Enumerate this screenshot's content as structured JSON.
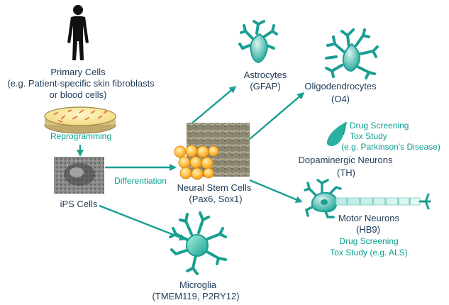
{
  "colors": {
    "teal": "#1a9e93",
    "navy": "#1e3a56",
    "teal_text": "#0a9f8f"
  },
  "primary": {
    "title": "Primary Cells",
    "line1": "(e.g. Patient-specific skin fibroblasts",
    "line2": "or blood cells)"
  },
  "reprogramming": "Reprogramming",
  "ips": "iPS Cells",
  "differentiation": "Differentiation",
  "nsc": {
    "title": "Neural Stem Cells",
    "markers": "(Pax6, Sox1)"
  },
  "astro": {
    "title": "Astrocytes",
    "markers": "(GFAP)"
  },
  "oligo": {
    "title": "Oligodendrocytes",
    "markers": "(O4)"
  },
  "dopa": {
    "note1": "Drug Screening",
    "note2": "Tox Study",
    "note3": "(e.g. Parkinson's Disease)",
    "title": "Dopaminergic Neurons",
    "markers": "(TH)"
  },
  "motor": {
    "title": "Motor Neurons",
    "markers": "(HB9)",
    "note1": "Drug Screening",
    "note2": "Tox Study (e.g. ALS)"
  },
  "microglia": {
    "title": "Microglia",
    "markers": "(TMEM119, P2RY12)"
  },
  "icons": [
    "human-figure-icon",
    "petri-dish-icon",
    "astrocyte-icon",
    "oligodendrocyte-icon",
    "dopaminergic-neuron-icon",
    "motor-neuron-icon",
    "microglia-icon"
  ]
}
